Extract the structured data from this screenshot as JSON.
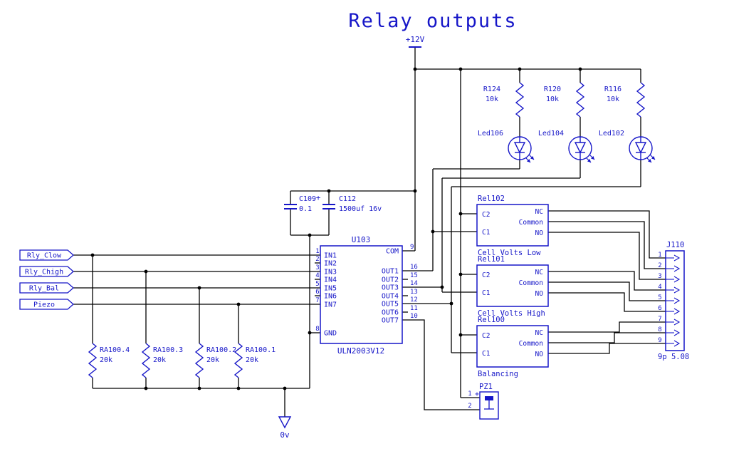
{
  "title": "Relay outputs",
  "colors": {
    "component": "#1616c8",
    "wire": "#000000",
    "background": "#ffffff"
  },
  "power": {
    "vcc": "+12V",
    "gnd": "0v"
  },
  "net_flags": [
    {
      "label": "Rly_Clow"
    },
    {
      "label": "Rly_Chigh"
    },
    {
      "label": "Rly_Bal"
    },
    {
      "label": "Piezo"
    }
  ],
  "led_resistors": [
    {
      "ref": "R124",
      "value": "10k"
    },
    {
      "ref": "R120",
      "value": "10k"
    },
    {
      "ref": "R116",
      "value": "10k"
    }
  ],
  "leds": [
    {
      "ref": "Led106"
    },
    {
      "ref": "Led104"
    },
    {
      "ref": "Led102"
    }
  ],
  "capacitors": [
    {
      "ref": "C109",
      "value": "0.1"
    },
    {
      "ref": "C112",
      "value": "1500uf 16v",
      "polarity": "+"
    }
  ],
  "ic": {
    "ref": "U103",
    "part": "ULN2003V12",
    "left_pins": [
      {
        "num": "1",
        "name": "IN1"
      },
      {
        "num": "2",
        "name": "IN2"
      },
      {
        "num": "3",
        "name": "IN3"
      },
      {
        "num": "4",
        "name": "IN4"
      },
      {
        "num": "5",
        "name": "IN5"
      },
      {
        "num": "6",
        "name": "IN6"
      },
      {
        "num": "7",
        "name": "IN7"
      },
      {
        "num": "8",
        "name": "GND"
      }
    ],
    "right_pins": [
      {
        "num": "9",
        "name": "COM"
      },
      {
        "num": "16",
        "name": "OUT1"
      },
      {
        "num": "15",
        "name": "OUT2"
      },
      {
        "num": "14",
        "name": "OUT3"
      },
      {
        "num": "13",
        "name": "OUT4"
      },
      {
        "num": "12",
        "name": "OUT5"
      },
      {
        "num": "11",
        "name": "OUT6"
      },
      {
        "num": "10",
        "name": "OUT7"
      }
    ]
  },
  "resistor_array": [
    {
      "ref": "RA100.4",
      "value": "20k"
    },
    {
      "ref": "RA100.3",
      "value": "20k"
    },
    {
      "ref": "RA100.2",
      "value": "20k"
    },
    {
      "ref": "RA100.1",
      "value": "20k"
    }
  ],
  "relays": [
    {
      "ref": "Rel102",
      "caption": "Cell Volts Low",
      "coil_pins": [
        "C2",
        "C1"
      ],
      "contact_pins": [
        "NC",
        "Common",
        "NO"
      ]
    },
    {
      "ref": "Rel101",
      "caption": "Cell Volts High",
      "coil_pins": [
        "C2",
        "C1"
      ],
      "contact_pins": [
        "NC",
        "Common",
        "NO"
      ]
    },
    {
      "ref": "Rel100",
      "caption": "Balancing",
      "coil_pins": [
        "C2",
        "C1"
      ],
      "contact_pins": [
        "NC",
        "Common",
        "NO"
      ]
    }
  ],
  "connector": {
    "ref": "J110",
    "caption": "9p 5.08",
    "pins": [
      "1",
      "2",
      "3",
      "4",
      "5",
      "6",
      "7",
      "8",
      "9"
    ]
  },
  "piezo": {
    "ref": "PZ1",
    "pins": [
      "1",
      "2"
    ],
    "polarity": "+"
  }
}
